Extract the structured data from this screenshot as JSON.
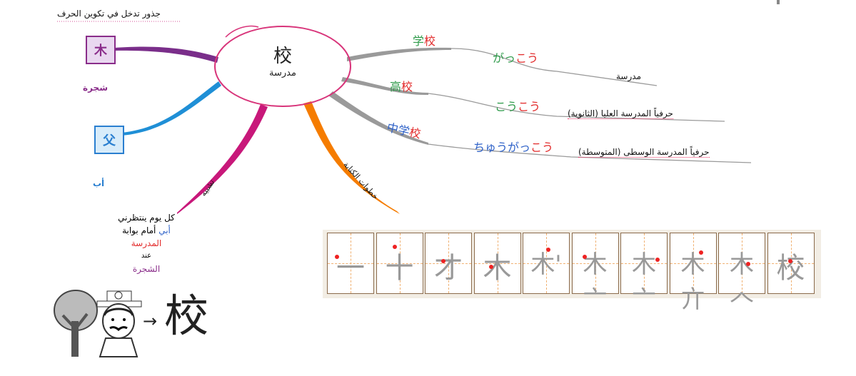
{
  "center": {
    "kanji": "校",
    "meaning": "مدرسة"
  },
  "roots": {
    "heading": "جذور تدخل في تكوين الحرف",
    "items": [
      {
        "kanji": "木",
        "label": "شجرة",
        "color": "#8a2d8a"
      },
      {
        "kanji": "父",
        "label": "أب",
        "color": "#2a7fd0"
      }
    ]
  },
  "words": [
    {
      "kanji_pre": "学",
      "kanji_main": "校",
      "reading_pre": "がっ",
      "reading_main": "こう",
      "meaning": "مدرسة"
    },
    {
      "kanji_pre": "高",
      "kanji_main": "校",
      "reading_pre": "こう",
      "reading_main": "こう",
      "meaning": "حرفياً المدرسة العليا (الثانوية)"
    },
    {
      "kanji_pre": "中学",
      "kanji_main": "校",
      "reading_pre": "ちゅうがっ",
      "reading_main": "こう",
      "meaning": "حرفياً المدرسة الوسطى (المتوسطة)"
    }
  ],
  "branches": {
    "analogy": "تشبيه",
    "stroke_order": "خطوات الكتابة"
  },
  "analogy_text": {
    "line1": "كل يوم ينتظرني",
    "line2_a": "أبي",
    "line2_b": "أمام بوابة",
    "line3": "المدرسة",
    "line4": "عند",
    "line5": "الشجرة"
  },
  "illustration": {
    "arrow": "→",
    "result": "校"
  },
  "stroke_order": {
    "steps": [
      "一",
      "十",
      "才",
      "木",
      "木'",
      "木亠",
      "木亠",
      "木亣",
      "木𠆢",
      "校"
    ]
  },
  "colors": {
    "center_border": "#d8347a",
    "branch_purple": "#7a2e8a",
    "branch_blue": "#1f8fd6",
    "branch_magenta": "#c8187a",
    "branch_orange": "#f57c00",
    "branch_gray": "#9a9a9a",
    "kanji_green": "#2e9b4a",
    "kanji_red": "#e22b2b",
    "reading_blue": "#2f62c8"
  }
}
